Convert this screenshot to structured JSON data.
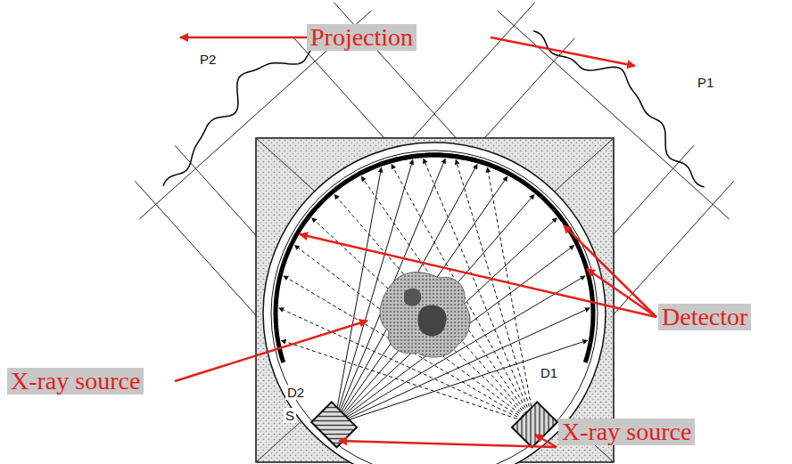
{
  "diagram": {
    "labels": [
      "P2",
      "Projection",
      "P1",
      "Detector",
      "X-ray source",
      "D2",
      "D1",
      "S",
      "X-ray source"
    ]
  }
}
